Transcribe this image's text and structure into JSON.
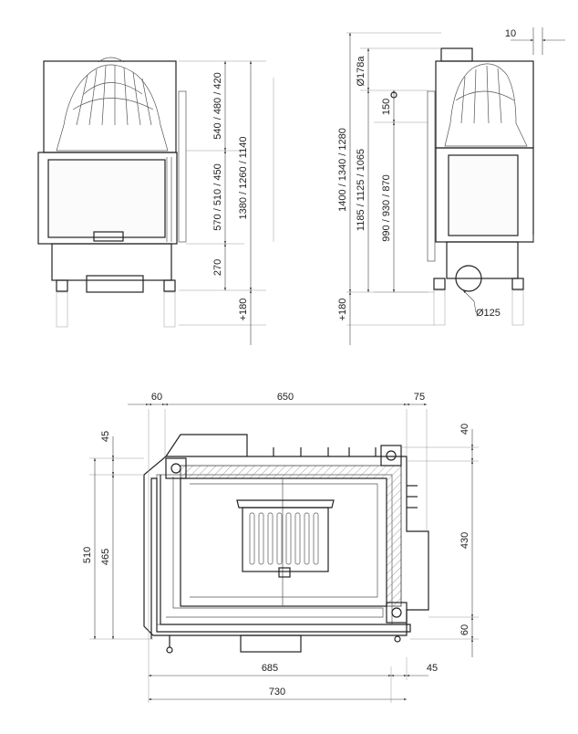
{
  "front_view": {
    "dims": [
      "540 / 480 / 420",
      "570 / 510 / 450",
      "270",
      "1380 / 1260 / 1140",
      "+180"
    ]
  },
  "side_view": {
    "dims": [
      "10",
      "Ø178a",
      "150",
      "1400 / 1340 / 1280",
      "1185 / 1125 / 1065",
      "990 / 930 / 870",
      "+180",
      "Ø125"
    ]
  },
  "plan_view": {
    "top_dims": [
      "60",
      "650",
      "75"
    ],
    "left_dims": [
      "45",
      "510",
      "465"
    ],
    "right_dims": [
      "40",
      "430",
      "60"
    ],
    "bottom_dims": [
      "685",
      "45",
      "730"
    ]
  }
}
